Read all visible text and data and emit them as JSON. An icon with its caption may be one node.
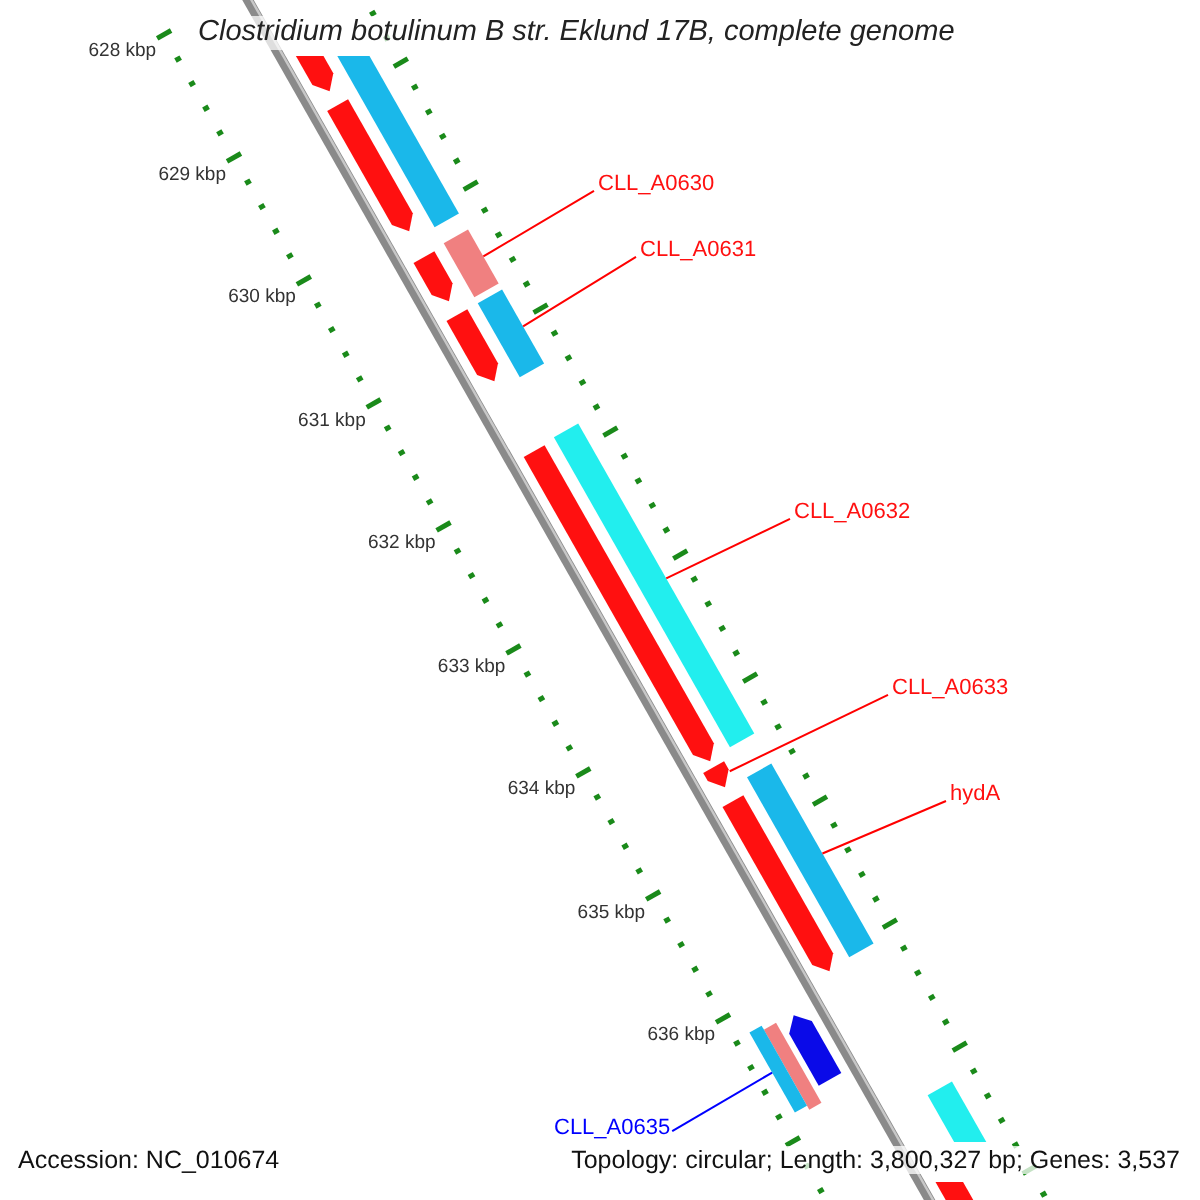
{
  "diagram": {
    "title": "Clostridium botulinum B str. Eklund 17B, complete genome",
    "nodes": [
      {
        "text": [],
        "shape": "arrow"
      },
      {
        "text": [],
        "shape": "bar"
      },
      {
        "text": [],
        "shape": "arrow"
      },
      {
        "text": [
          "CLL_A0630"
        ]
      },
      {
        "text": [],
        "shape": "bar"
      },
      {
        "text": [],
        "shape": "arrow"
      },
      {
        "text": [
          "CLL_A0631"
        ]
      },
      {
        "text": [],
        "shape": "arrow"
      },
      {
        "text": [],
        "shape": "bar"
      },
      {
        "text": [],
        "shape": "arrow"
      },
      {
        "text": [],
        "shape": "bar"
      },
      {
        "text": [
          "CLL_A0632"
        ]
      },
      {
        "text": [
          "CLL_A0633"
        ]
      },
      {
        "text": [],
        "shape": "arrow"
      },
      {
        "text": [],
        "shape": "bar"
      },
      {
        "text": [],
        "shape": "arrow"
      },
      {
        "text": [
          "hydA"
        ]
      },
      {
        "text": [],
        "shape": "arrow"
      },
      {
        "text": [],
        "shape": "bar"
      },
      {
        "text": [],
        "shape": "bar"
      },
      {
        "text": [
          "CLL_A0635"
        ]
      },
      {
        "text": [],
        "shape": "bar"
      },
      {
        "text": [],
        "shape": "arrow"
      }
    ],
    "edges": [
      {
        "from": 3,
        "to": 4,
        "arrow": "none"
      },
      {
        "from": 6,
        "to": 8,
        "arrow": "none"
      },
      {
        "from": 11,
        "to": 10,
        "arrow": "none"
      },
      {
        "from": 12,
        "to": 13,
        "arrow": "none"
      },
      {
        "from": 16,
        "to": 14,
        "arrow": "none"
      },
      {
        "from": 20,
        "to": 19,
        "arrow": "none",
        "color": "#0000ff"
      }
    ],
    "labels": [
      "628 kbp",
      "629 kbp",
      "630 kbp",
      "631 kbp",
      "632 kbp",
      "633 kbp",
      "634 kbp",
      "635 kbp",
      "636 kbp",
      "Accession: NC_010674",
      "Topology: circular; Length: 3,800,327 bp; Genes: 3,537"
    ]
  }
}
